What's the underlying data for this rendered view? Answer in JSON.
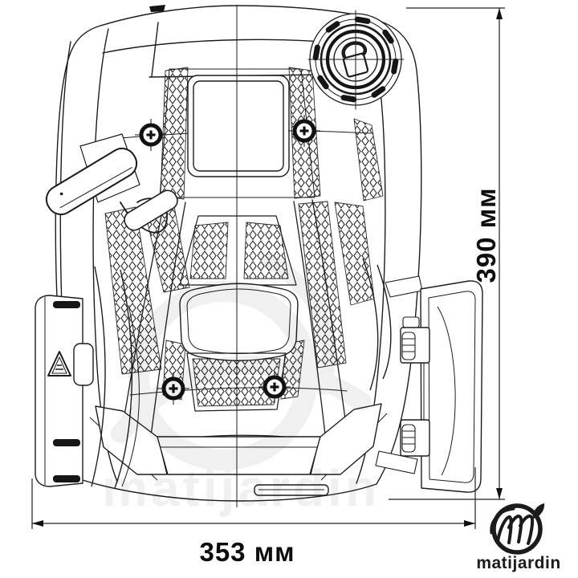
{
  "drawing": {
    "width_label": "353 мм",
    "height_label": "390 мм",
    "line_color": "#1c1c1c",
    "label_color": "#0d0d0d",
    "background": "#ffffff"
  },
  "icons": {
    "fuel_cap": "fuel-pump-icon",
    "screw": "phillips-screw-icon",
    "warning": "warning-triangle-icon"
  },
  "branding": {
    "logo_text": "matijardin",
    "watermark_text": "matijardin",
    "logo_color": "#1b1b1b"
  }
}
